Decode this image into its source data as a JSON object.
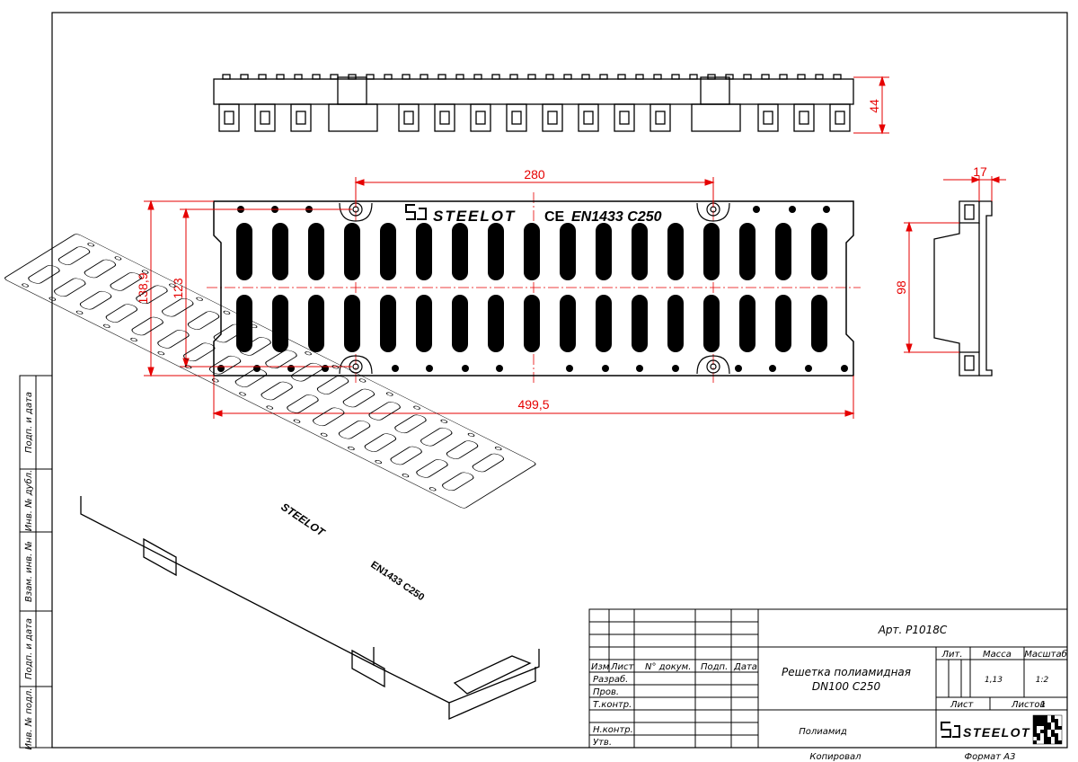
{
  "dimensions": {
    "top_height": "44",
    "hole_spacing": "280",
    "outer_height": "138,9",
    "inner_height": "123",
    "overall_length": "499,5",
    "side_width": "17",
    "side_height": "98"
  },
  "marking": {
    "brand": "STEELOT",
    "ce": "CE",
    "standard": "EN1433 C250"
  },
  "side_stamps": [
    "Инв. № подл.",
    "Подп. и дата",
    "Взам. инв. №",
    "Инв. № дубл.",
    "Подп. и дата"
  ],
  "title_block": {
    "article": "Арт. Р1018С",
    "name_line1": "Решетка полиамидная",
    "name_line2": "DN100 C250",
    "header": {
      "izm": "Изм",
      "list": "Лист",
      "doc_no": "N° докум.",
      "sign": "Подп.",
      "date": "Дата"
    },
    "rows": [
      "Разраб.",
      "Пров.",
      "Т.контр.",
      "",
      "Н.контр.",
      "Утв."
    ],
    "lit_label": "Лит.",
    "mass_label": "Масса",
    "scale_label": "Масштаб",
    "mass_value": "1,13",
    "scale_value": "1:2",
    "sheet_label": "Лист",
    "sheets_label": "Листов",
    "sheets_value": "1",
    "material": "Полиамид",
    "company": "STEELOT",
    "copied": "Копировал",
    "format": "Формат А3"
  },
  "colors": {
    "line": "#000000",
    "dimension": "#e60000",
    "background": "#ffffff"
  }
}
